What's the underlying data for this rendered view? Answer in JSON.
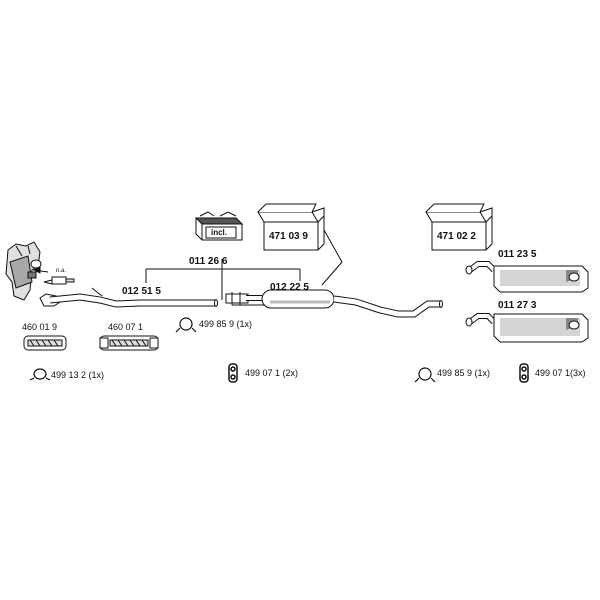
{
  "parts": {
    "assembly": "011 26 6",
    "front_pipe": "012 51 5",
    "middle_silencer": "012 22 5",
    "rear_silencer_a": "011 23 5",
    "rear_silencer_b": "011 27 3",
    "flex_pipe_a": "460 01 9",
    "flex_pipe_b": "460 07 1",
    "mount_kit_a": "471 03 9",
    "mount_kit_b": "471 02 2",
    "incl_label": "incl.",
    "na_label": "n.a."
  },
  "fittings": {
    "clamp_middle": "499 85 9 (1x)",
    "gasket": "499 13 2 (1x)",
    "hanger_a": "499 07 1 (2x)",
    "clamp_rear": "499 85 9 (1x)",
    "hanger_b": "499 07 1(3x)"
  },
  "colors": {
    "line": "#111111",
    "fill": "#ffffff",
    "shade": "#bfbfbf"
  }
}
